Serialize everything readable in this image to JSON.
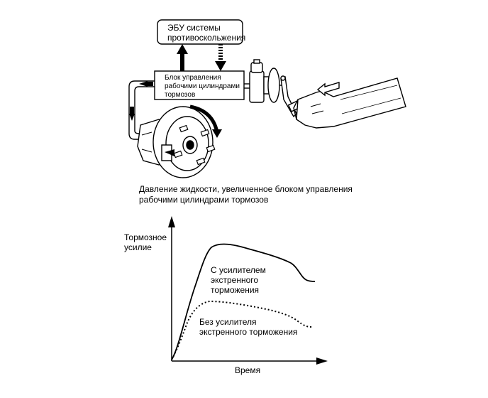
{
  "ecu_box": {
    "line1": "ЭБУ системы",
    "line2": "противоскольжения"
  },
  "actuator_box": {
    "line1": "Блок управления",
    "line2": "рабочими цилиндрами",
    "line3": "тормозов"
  },
  "pressure_caption": {
    "line1": "Давление жидкости, увеличенное блоком управления",
    "line2": "рабочими цилиндрами тормозов"
  },
  "chart": {
    "ylabel_line1": "Тормозное",
    "ylabel_line2": "усилие",
    "xlabel": "Время"
  },
  "chart_data": {
    "type": "line",
    "xlabel": "Время",
    "ylabel": "Тормозное усилие",
    "series": [
      {
        "name": "С усилителем экстренного торможения",
        "label_lines": [
          "С усилителем",
          "экстренного",
          "торможения"
        ],
        "style": "solid"
      },
      {
        "name": "Без усилителя экстренного торможения",
        "label_lines": [
          "Без усилителя",
          "экстренного торможения"
        ],
        "style": "dotted"
      }
    ]
  }
}
